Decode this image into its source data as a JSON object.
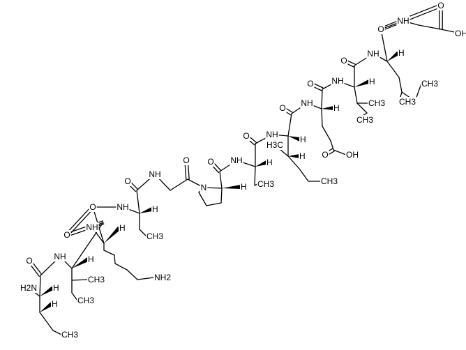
{
  "diagram": {
    "atoms": [
      {
        "id": 0,
        "label": "H2N"
      },
      {
        "id": 1,
        "label": "H"
      },
      {
        "id": 2,
        "label": "H"
      },
      {
        "id": 3,
        "label": "CH3"
      },
      {
        "id": 4,
        "label": "O"
      },
      {
        "id": 5,
        "label": "NH"
      },
      {
        "id": 6,
        "label": "H"
      },
      {
        "id": 7,
        "label": "CH3"
      },
      {
        "id": 8,
        "label": "CH3"
      },
      {
        "id": 9,
        "label": "O"
      },
      {
        "id": 10,
        "label": "NH"
      },
      {
        "id": 11,
        "label": "H"
      },
      {
        "id": 12,
        "label": "NH2"
      },
      {
        "id": 13,
        "label": "O"
      },
      {
        "id": 14,
        "label": "NH"
      },
      {
        "id": 15,
        "label": "H"
      },
      {
        "id": 16,
        "label": "CH3"
      },
      {
        "id": 17,
        "label": "O"
      },
      {
        "id": 18,
        "label": "NH"
      },
      {
        "id": 19,
        "label": "O"
      },
      {
        "id": 20,
        "label": "N"
      },
      {
        "id": 21,
        "label": "H"
      },
      {
        "id": 22,
        "label": "O"
      },
      {
        "id": 23,
        "label": "NH"
      },
      {
        "id": 24,
        "label": "H"
      },
      {
        "id": 25,
        "label": "CH3"
      },
      {
        "id": 26,
        "label": "O"
      },
      {
        "id": 27,
        "label": "NH"
      },
      {
        "id": 28,
        "label": "H"
      },
      {
        "id": 29,
        "label": "H3C"
      },
      {
        "id": 30,
        "label": "H"
      },
      {
        "id": 31,
        "label": "CH3"
      },
      {
        "id": 32,
        "label": "O"
      },
      {
        "id": 33,
        "label": "NH"
      },
      {
        "id": 34,
        "label": "H"
      },
      {
        "id": 35,
        "label": "OH"
      },
      {
        "id": 36,
        "label": "O"
      },
      {
        "id": 37,
        "label": "O"
      },
      {
        "id": 38,
        "label": "NH"
      },
      {
        "id": 39,
        "label": "H"
      },
      {
        "id": 40,
        "label": "CH3"
      },
      {
        "id": 41,
        "label": "CH3"
      },
      {
        "id": 42,
        "label": "O"
      },
      {
        "id": 43,
        "label": "NH"
      },
      {
        "id": 44,
        "label": "H"
      },
      {
        "id": 45,
        "label": "CH3"
      },
      {
        "id": 46,
        "label": "CH3"
      },
      {
        "id": 47,
        "label": "O"
      },
      {
        "id": 48,
        "label": "NH"
      },
      {
        "id": 49,
        "label": "O"
      },
      {
        "id": 50,
        "label": "OH"
      }
    ]
  }
}
